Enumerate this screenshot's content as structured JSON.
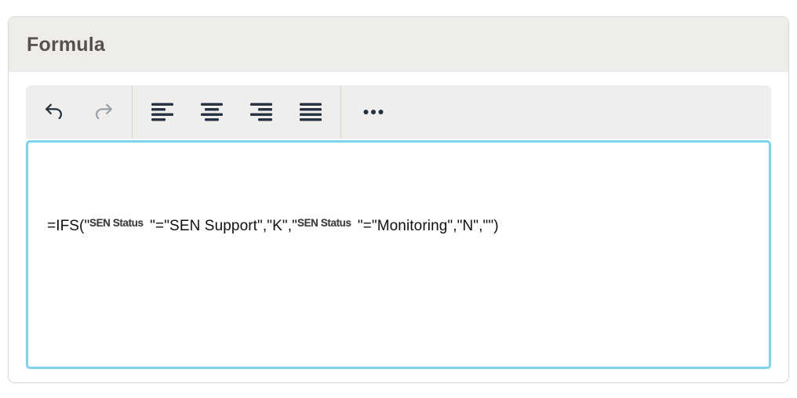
{
  "header": {
    "title": "Formula"
  },
  "toolbar": {
    "icons": [
      {
        "name": "undo-icon",
        "state": "enabled"
      },
      {
        "name": "redo-icon",
        "state": "disabled"
      },
      {
        "name": "align-left-icon",
        "state": "enabled"
      },
      {
        "name": "align-center-icon",
        "state": "enabled"
      },
      {
        "name": "align-right-icon",
        "state": "enabled"
      },
      {
        "name": "justify-icon",
        "state": "enabled"
      },
      {
        "name": "ellipsis-icon",
        "state": "enabled"
      }
    ]
  },
  "editor": {
    "formula_plain": "=IFS(\"SEN Status \"=\"SEN Support\",\"K\",\"SEN Status \"=\"Monitoring\",\"N\",\"\")",
    "formula_segments": [
      {
        "type": "text",
        "value": "=IFS(\""
      },
      {
        "type": "token",
        "value": "SEN Status"
      },
      {
        "type": "text",
        "value": " \"=\"SEN Support\",\"K\",\""
      },
      {
        "type": "token",
        "value": "SEN Status"
      },
      {
        "type": "text",
        "value": " \"=\"Monitoring\",\"N\",\"\")"
      }
    ]
  },
  "colors": {
    "card_border": "#d9d7d4",
    "header_bg": "#efedea",
    "title_text": "#57514e",
    "toolbar_bg": "#f0eeec",
    "separator": "#d7d5d2",
    "icon_dark": "#243140",
    "icon_disabled": "#98a0a8",
    "editor_border": "#7ed3ee",
    "formula_text": "#101010",
    "token_text": "#3d3d3d"
  }
}
